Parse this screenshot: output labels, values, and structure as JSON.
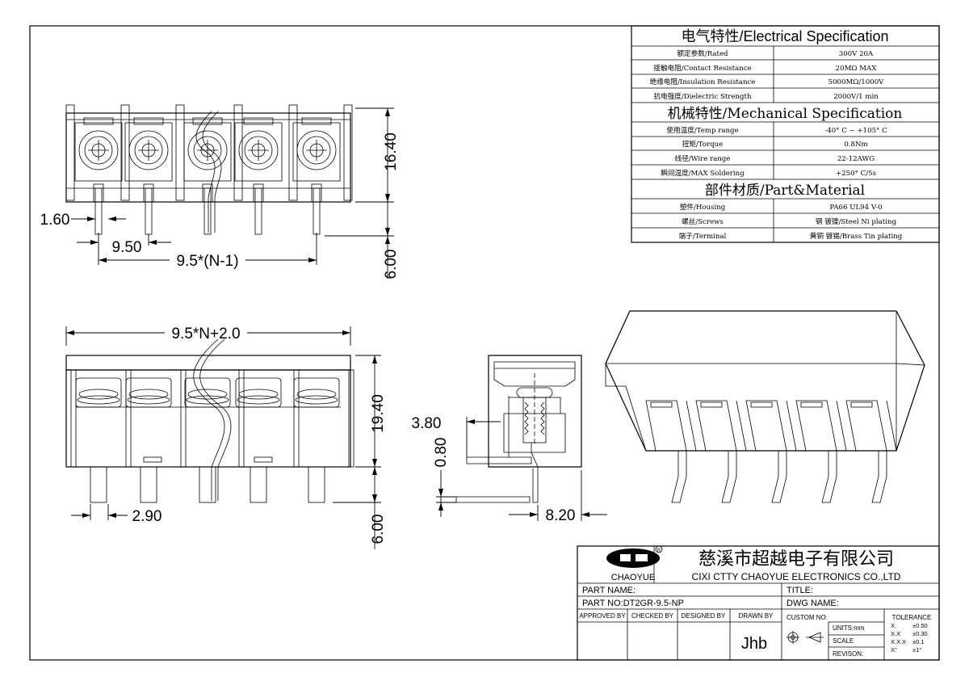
{
  "spec": {
    "electrical_title": "电气特性/Electrical Specification",
    "electrical_rows": [
      {
        "label": "额定参数/Rated",
        "value": "300V  20A"
      },
      {
        "label": "接触电阻/Contact Resistance",
        "value": "20MΩ MAX"
      },
      {
        "label": "绝缘电阻/Insulation Resistance",
        "value": "5000MΩ/1000V"
      },
      {
        "label": "抗电强度/Dielectric Strength",
        "value": "2000V/1 min"
      }
    ],
    "mechanical_title": "机械特性/Mechanical Specification",
    "mechanical_rows": [
      {
        "label": "使用温度/Temp range",
        "value": "-40° C ~ +105° C"
      },
      {
        "label": "扭矩/Torque",
        "value": "0.8Nm"
      },
      {
        "label": "线径/Wire range",
        "value": "22-12AWG"
      },
      {
        "label": "瞬间温度/MAX Soldering",
        "value": "+250° C/5s"
      }
    ],
    "material_title": "部件材质/Part&Material",
    "material_rows": [
      {
        "label": "塑件/Housing",
        "value": "PA66 UL94 V-0"
      },
      {
        "label": "螺丝/Screws",
        "value": "钢 镀镍/Steel Ni plating"
      },
      {
        "label": "端子/Terminal",
        "value": "黄铜 镀锡/Brass Tin  plating"
      }
    ]
  },
  "dimensions": {
    "top_height": "16.40",
    "pin_width": "1.60",
    "pitch": "9.50",
    "span": "9.5*(N-1)",
    "top_pin_length": "6.00",
    "overall_width": "9.5*N+2.0",
    "front_height": "19.40",
    "front_pin_length": "6.00",
    "front_pin_width": "2.90",
    "side_offset": "3.80",
    "side_thickness": "0.80",
    "side_depth": "8.20"
  },
  "title_block": {
    "logo_text": "CHAOYUE",
    "company_cn": "慈溪市超越电子有限公司",
    "company_en": "CIXI CTTY CHAOYUE ELECTRONICS CO.,LTD",
    "part_name_label": "PART NAME:",
    "title_label": "TITLE:",
    "part_no_label": "PART NO:DT2GR-9.5-NP",
    "dwg_name_label": "DWG NAME:",
    "approved_by": "APPROVED BY",
    "checked_by": "CHECKED BY",
    "designed_by": "DESIGNED BY",
    "drawn_by": "DRAWN BY",
    "drawn_by_value": "Jhb",
    "custom_no": "CUSTOM NO:",
    "units": "UNITS:mm",
    "scale": "SCALE",
    "revision": "REVISON:",
    "tolerance_title": "TOLERANCE",
    "tolerance_rows": [
      {
        "k": "X.",
        "v": "±0.50"
      },
      {
        "k": "X.X",
        "v": "±0.30"
      },
      {
        "k": "X.X.X",
        "v": "±0.1"
      },
      {
        "k": "X°",
        "v": "±1°"
      }
    ]
  }
}
